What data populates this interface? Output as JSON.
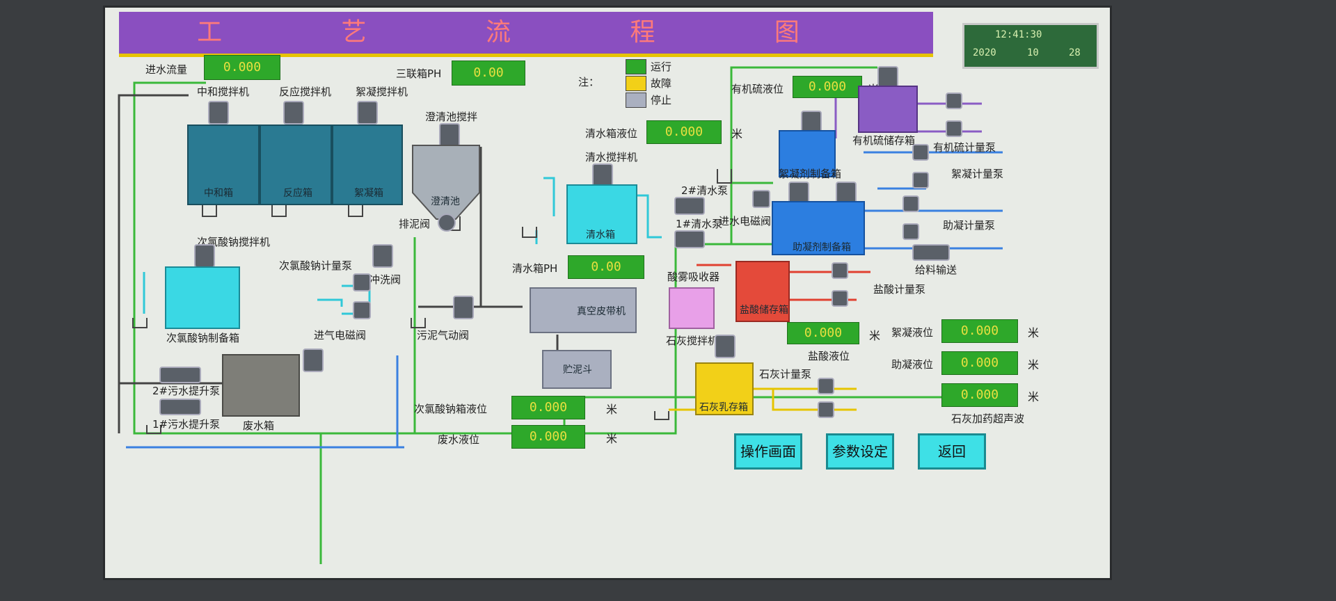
{
  "header": {
    "title": "工 艺 流 程 图"
  },
  "clock": {
    "time": "12:41:30",
    "year": "2020",
    "month": "10",
    "day": "28"
  },
  "legend": {
    "prefix": "注：",
    "run": "运行",
    "fault": "故障",
    "stop": "停止",
    "colors": {
      "run": "#2ea82a",
      "fault": "#f2d018",
      "stop": "#aab0c0"
    }
  },
  "readouts": {
    "inflow": {
      "label": "进水流量",
      "value": "0.000"
    },
    "tri_ph": {
      "label": "三联箱PH",
      "value": "0.00"
    },
    "clear_level": {
      "label": "清水箱液位",
      "value": "0.000",
      "unit": "米"
    },
    "clear_ph": {
      "label": "清水箱PH",
      "value": "0.00"
    },
    "organic_level": {
      "label": "有机硫液位",
      "value": "0.000",
      "unit": "米"
    },
    "acid_level": {
      "label": "盐酸液位",
      "value": "0.000",
      "unit": "米"
    },
    "floc_level": {
      "label": "絮凝液位",
      "value": "0.000",
      "unit": "米"
    },
    "coag_level": {
      "label": "助凝液位",
      "value": "0.000",
      "unit": "米"
    },
    "lime_level": {
      "label": "石灰加药超声波",
      "value": "0.000",
      "unit": "米"
    },
    "hypo_level": {
      "label": "次氯酸钠箱液位",
      "value": "0.000",
      "unit": "米"
    },
    "waste_level": {
      "label": "废水液位",
      "value": "0.000",
      "unit": "米"
    }
  },
  "equipment": {
    "neutral_mixer": "中和搅拌机",
    "react_mixer": "反应搅拌机",
    "floc_mixer": "絮凝搅拌机",
    "neutral_tank": "中和箱",
    "react_tank": "反应箱",
    "floc_tank": "絮凝箱",
    "clarifier_mixer": "澄清池搅拌",
    "clarifier": "澄清池",
    "sludge_valve": "排泥阀",
    "flush_valve": "冲洗阀",
    "clear_mixer": "清水搅拌机",
    "clear_tank": "清水箱",
    "pump2_clear": "2#清水泵",
    "pump1_clear": "1#清水泵",
    "hypo_mixer": "次氯酸钠搅拌机",
    "hypo_tank": "次氯酸钠制备箱",
    "hypo_meter": "次氯酸钠计量泵",
    "air_valve": "进气电磁阀",
    "sludge_air_valve": "污泥气动阀",
    "vacuum_belt": "真空皮带机",
    "sludge_hopper": "贮泥斗",
    "pump2_waste": "2#污水提升泵",
    "pump1_waste": "1#污水提升泵",
    "waste_tank": "废水箱",
    "organic_tank": "有机硫储存箱",
    "organic_meter": "有机硫计量泵",
    "floc_prep": "絮凝剂制备箱",
    "floc_meter": "絮凝计量泵",
    "inlet_valve": "进水电磁阀",
    "coag_prep": "助凝剂制备箱",
    "coag_meter": "助凝计量泵",
    "feed": "给料输送",
    "acid_absorber": "酸雾吸收器",
    "acid_tank": "盐酸储存箱",
    "acid_meter": "盐酸计量泵",
    "lime_mixer": "石灰搅拌机",
    "lime_tank": "石灰乳存箱",
    "lime_meter": "石灰计量泵"
  },
  "buttons": {
    "operate": "操作画面",
    "params": "参数设定",
    "back": "返回"
  }
}
